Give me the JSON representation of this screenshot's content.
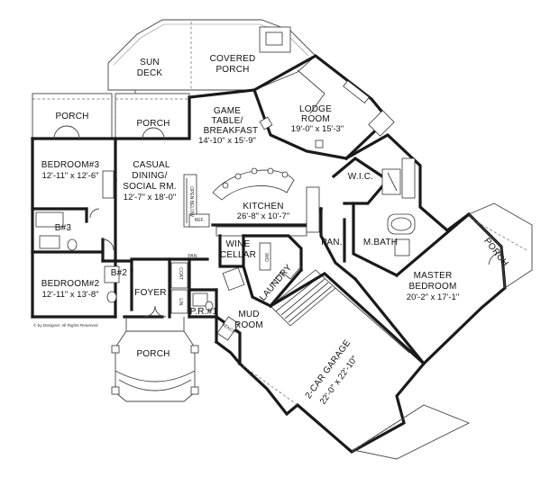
{
  "rooms": {
    "sun_deck": {
      "line1": "SUN",
      "line2": "DECK"
    },
    "covered_porch": {
      "line1": "COVERED",
      "line2": "PORCH"
    },
    "porch_top_left": "PORCH",
    "porch_top_center": "PORCH",
    "game_table": {
      "line1": "GAME",
      "line2": "TABLE/",
      "line3": "BREAKFAST",
      "dim": "14'-10\" x 15'-9\""
    },
    "lodge_room": {
      "line1": "LODGE",
      "line2": "ROOM",
      "dim": "19'-0\" x 15'-3\""
    },
    "bedroom3": {
      "name": "BEDROOM#3",
      "dim": "12'-11\" x 12'-6\""
    },
    "casual_dining": {
      "line1": "CASUAL",
      "line2": "DINING/",
      "line3": "SOCIAL RM.",
      "dim": "12'-7\" x 18'-0\""
    },
    "kitchen": {
      "name": "KITCHEN",
      "dim": "26'-8\" x 10'-7\""
    },
    "wic": "W.I.C.",
    "b3": "B#3",
    "wine_cellar": {
      "line1": "WINE",
      "line2": "CELLAR"
    },
    "pan": "PAN.",
    "mbath": "M.BATH",
    "bedroom2": {
      "name": "BEDROOM#2",
      "dim": "12'-11\" x 13'-8\""
    },
    "b2": "B#2",
    "laundry": "LAUNDRY",
    "porch_right": "PORCH",
    "master_bedroom": {
      "line1": "MASTER",
      "line2": "BEDROOM",
      "dim": "20'-2\" x 17'-1\""
    },
    "foyer": "FOYER",
    "pr1": "P.R.#1",
    "mud_room": {
      "line1": "MUD",
      "line2": "ROOM"
    },
    "porch_bottom": "PORCH",
    "garage": {
      "name": "2-CAR GARAGE",
      "dim": "22'-0\" x 22'-10\""
    }
  },
  "fixture_labels": {
    "open_to_below": "OPEN BELOW",
    "ref": "REF.",
    "pan_small": "PAN.",
    "coat": "COAT",
    "linen": "LIN.",
    "bench": "BENCH",
    "w_d": "W/D"
  },
  "copyright": "© by Designer. All Rights Reserved"
}
